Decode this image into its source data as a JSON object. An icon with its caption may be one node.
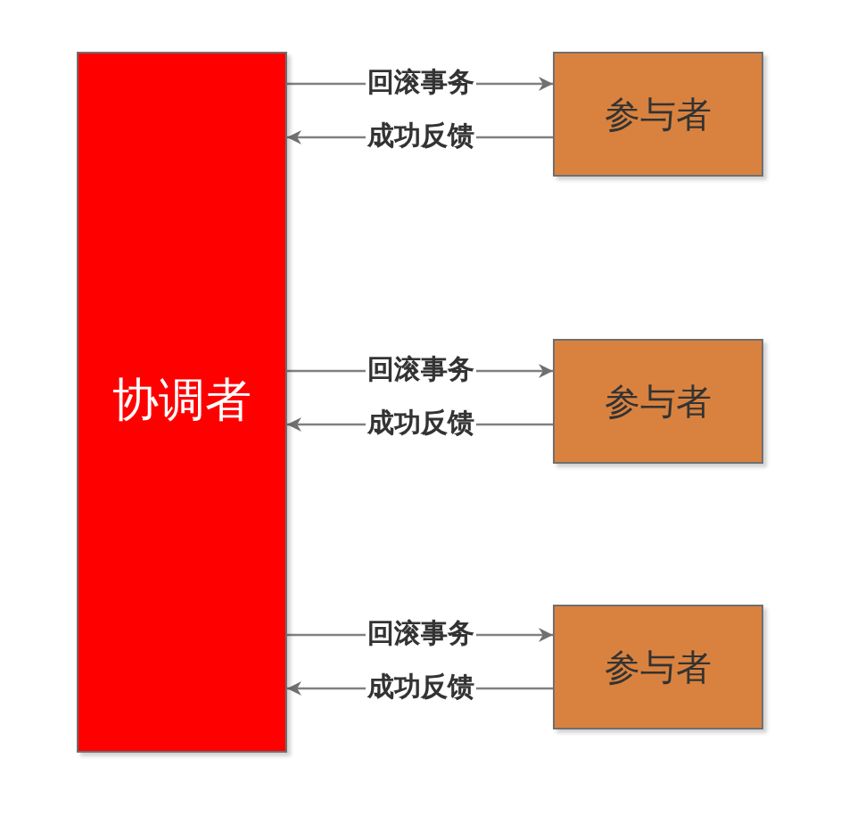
{
  "diagram": {
    "nodes": [
      {
        "text": [
          "协调者"
        ]
      },
      {
        "text": [
          "参与者"
        ]
      },
      {
        "text": [
          "参与者"
        ]
      },
      {
        "text": [
          "参与者"
        ]
      }
    ],
    "edges": [
      {
        "from": 0,
        "to": 1,
        "arrow": "to",
        "label": "回滚事务"
      },
      {
        "from": 1,
        "to": 0,
        "arrow": "to",
        "label": "成功反馈"
      },
      {
        "from": 0,
        "to": 2,
        "arrow": "to",
        "label": "回滚事务"
      },
      {
        "from": 2,
        "to": 0,
        "arrow": "to",
        "label": "成功反馈"
      },
      {
        "from": 0,
        "to": 3,
        "arrow": "to",
        "label": "回滚事务"
      },
      {
        "from": 3,
        "to": 0,
        "arrow": "to",
        "label": "成功反馈"
      }
    ]
  }
}
